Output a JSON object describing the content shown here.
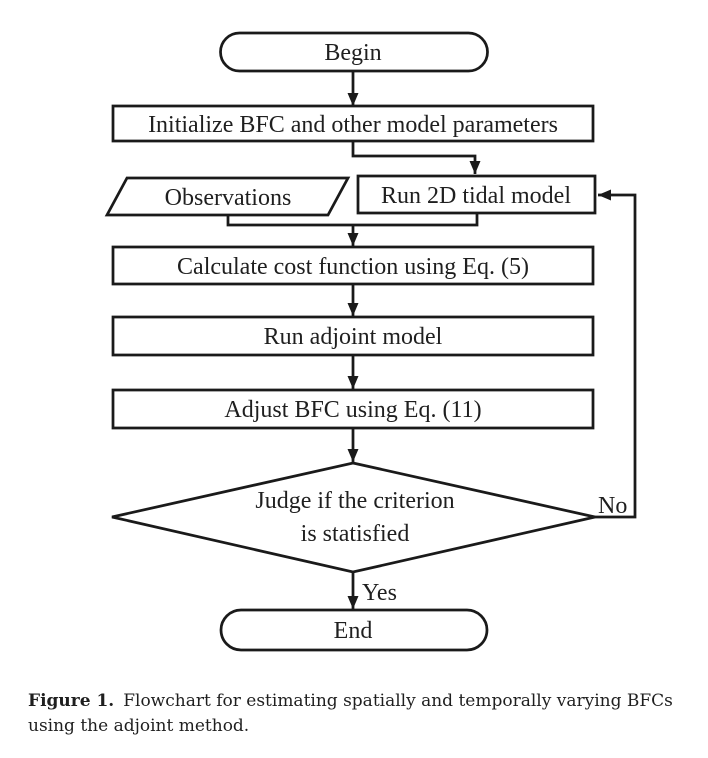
{
  "figure": {
    "colors": {
      "stroke": "#1a1a1a",
      "text": "#1f1f1f",
      "background": "#ffffff"
    },
    "nodes": {
      "begin": {
        "type": "terminator",
        "label": "Begin"
      },
      "initialize": {
        "type": "process",
        "label": "Initialize BFC and other model parameters"
      },
      "observations": {
        "type": "data",
        "label": "Observations"
      },
      "run_tidal": {
        "type": "process",
        "label": "Run 2D tidal model"
      },
      "cost": {
        "type": "process",
        "label": "Calculate cost function using Eq. (5)"
      },
      "adjoint": {
        "type": "process",
        "label": "Run adjoint model"
      },
      "adjust": {
        "type": "process",
        "label": "Adjust BFC using Eq. (11)"
      },
      "judge": {
        "type": "decision",
        "line1": "Judge if the criterion",
        "line2": "is statisfied"
      },
      "end": {
        "type": "terminator",
        "label": "End"
      }
    },
    "edge_labels": {
      "yes": "Yes",
      "no": "No"
    },
    "caption": {
      "label": "Figure 1.",
      "line1": "Flowchart for estimating spatially and temporally varying BFCs",
      "line2": "using the adjoint method."
    }
  }
}
